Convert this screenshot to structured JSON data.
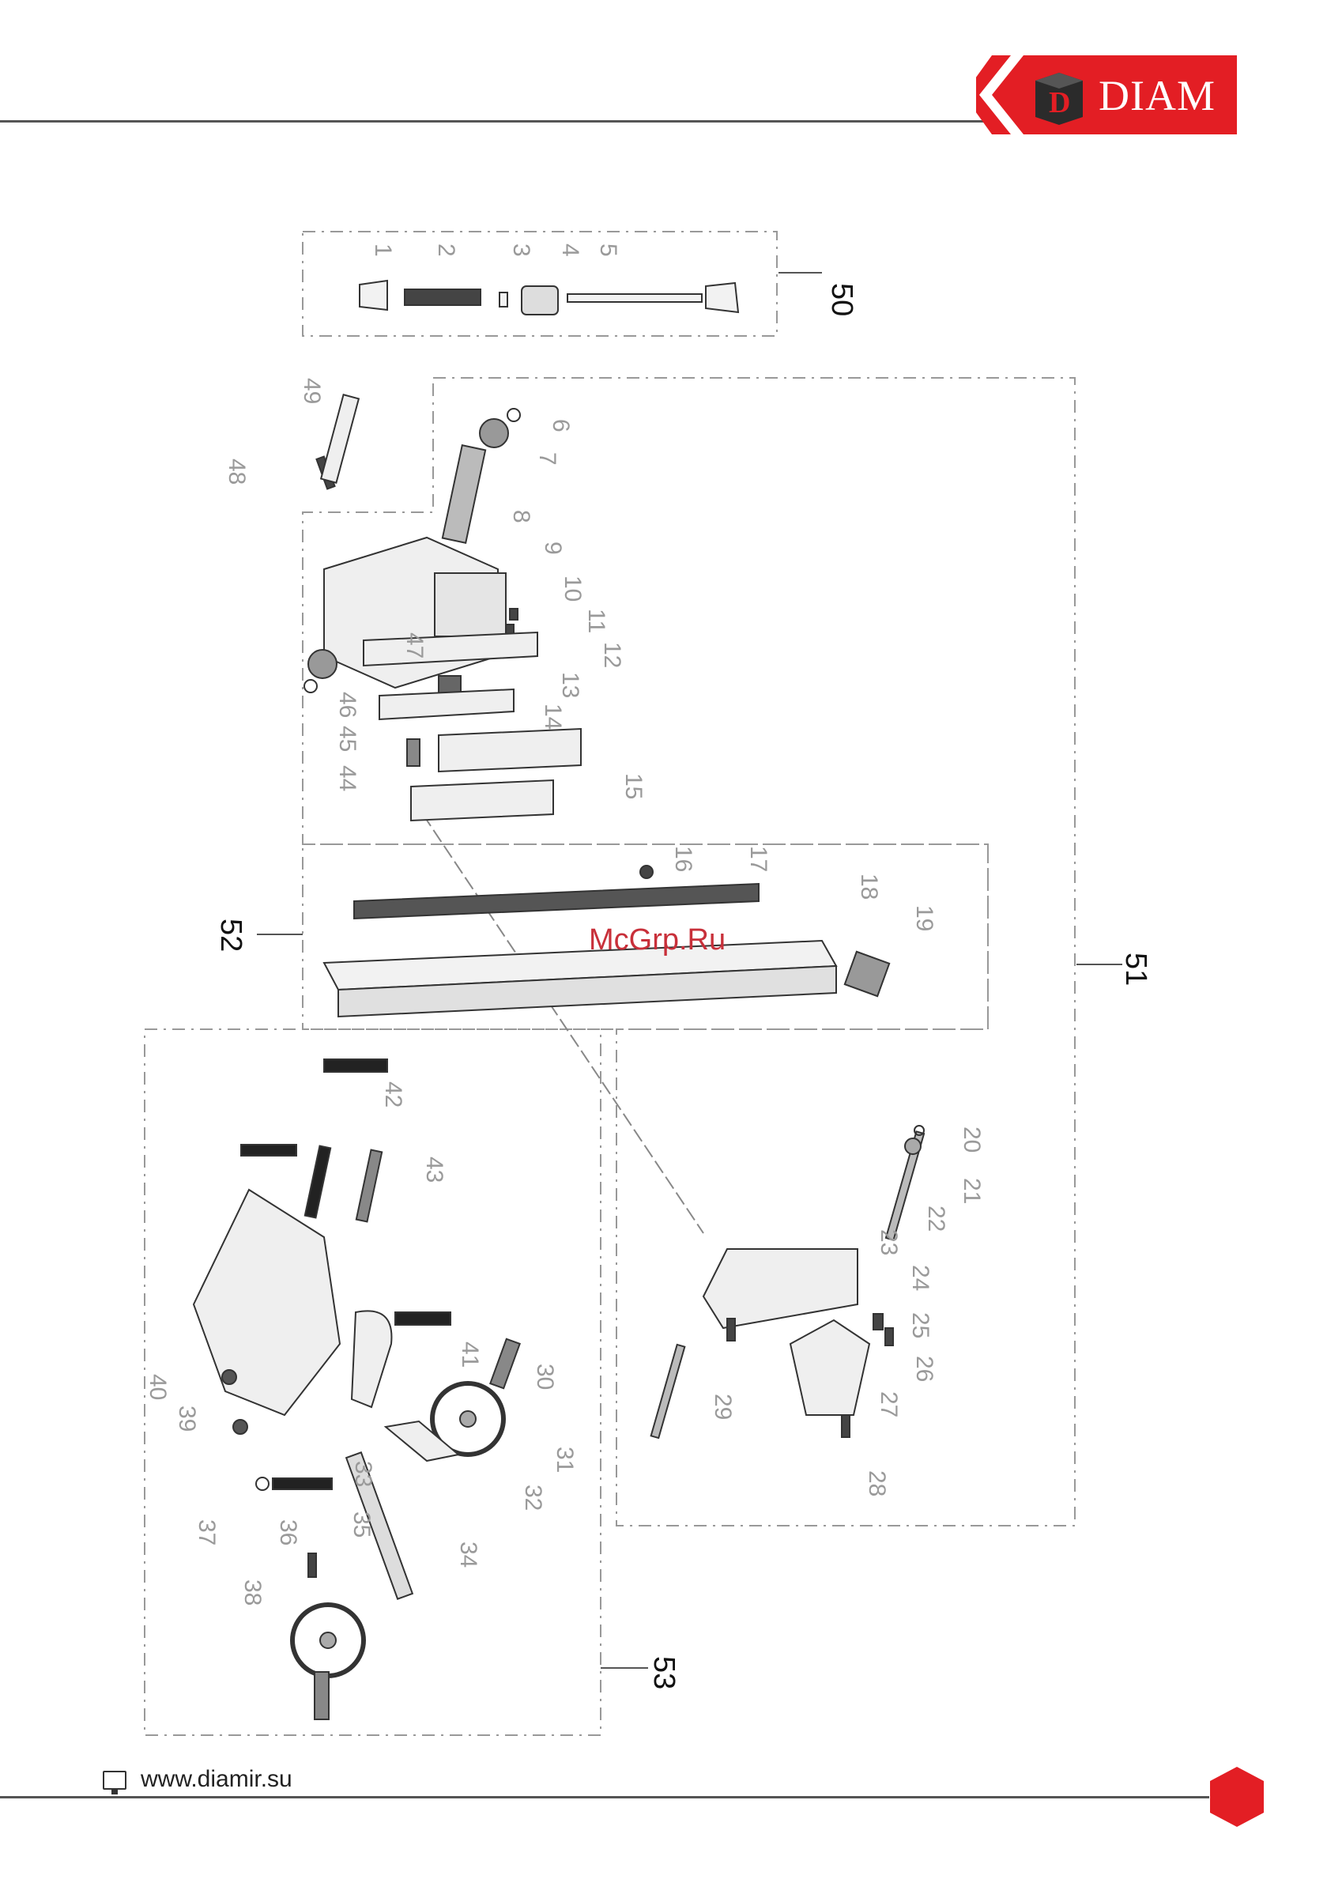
{
  "brand": {
    "name": "DIAM",
    "accent": "#e31e24",
    "dark": "#2b2b2b"
  },
  "footer": {
    "website": "www.diamir.su",
    "monitor_icon": "monitor-icon"
  },
  "watermark": "McGrp.Ru",
  "groups": [
    {
      "id": "50",
      "label": "50"
    },
    {
      "id": "51",
      "label": "51"
    },
    {
      "id": "52",
      "label": "52"
    },
    {
      "id": "53",
      "label": "53"
    }
  ],
  "callouts": [
    "1",
    "2",
    "3",
    "4",
    "5",
    "6",
    "7",
    "8",
    "9",
    "10",
    "11",
    "12",
    "13",
    "14",
    "15",
    "16",
    "17",
    "18",
    "19",
    "20",
    "21",
    "22",
    "23",
    "24",
    "25",
    "26",
    "27",
    "28",
    "29",
    "30",
    "31",
    "32",
    "33",
    "34",
    "35",
    "36",
    "37",
    "38",
    "39",
    "40",
    "41",
    "42",
    "43",
    "44",
    "45",
    "46",
    "47",
    "48",
    "49"
  ]
}
